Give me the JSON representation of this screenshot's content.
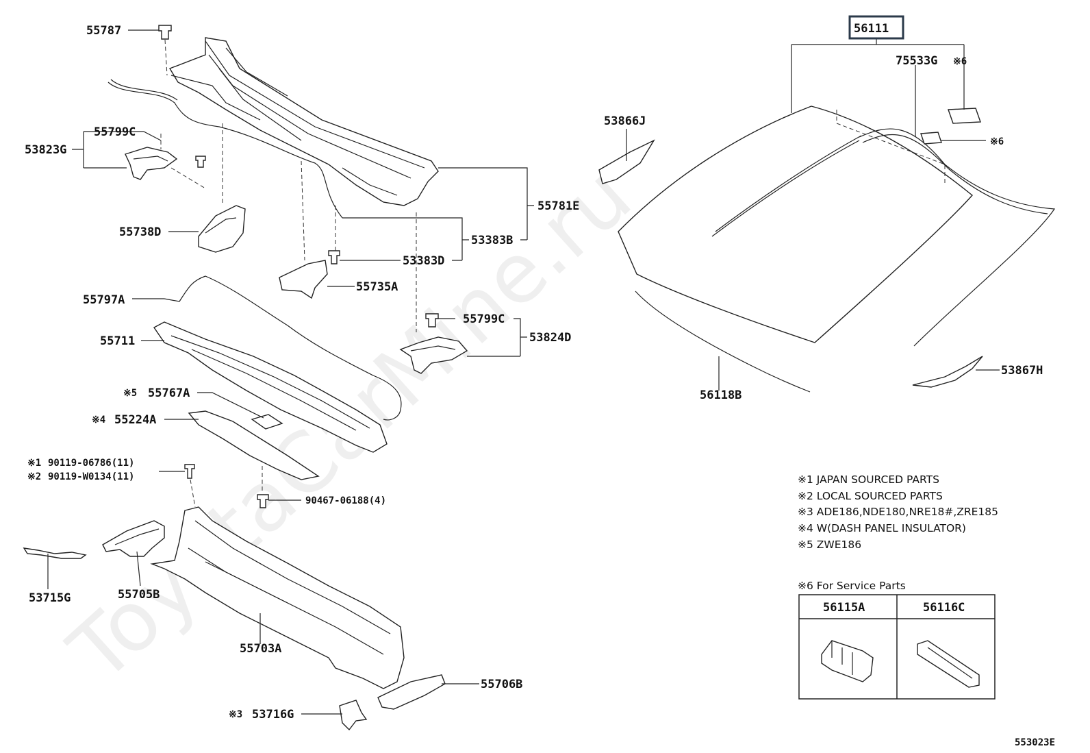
{
  "watermark": "ToyotaCarMine.ru",
  "diagram_code": "553023E",
  "main_part": "56111",
  "labels": {
    "p55787": "55787",
    "p55799c_top": "55799C",
    "p53823g": "53823G",
    "p55738d": "55738D",
    "p55781e": "55781E",
    "p53383b": "53383B",
    "p53383d": "53383D",
    "p55735a": "55735A",
    "p55797a": "55797A",
    "p55799c_bot": "55799C",
    "p53824d": "53824D",
    "p55711": "55711",
    "p55767a": "55767A",
    "p55767a_mark": "※5",
    "p55224a": "55224A",
    "p55224a_mark": "※4",
    "p90119_1": "90119-06786(11)",
    "p90119_1_mark": "※1",
    "p90119_2": "90119-W0134(11)",
    "p90119_2_mark": "※2",
    "p90467": "90467-06188(4)",
    "p53715g": "53715G",
    "p55705b": "55705B",
    "p55703a": "55703A",
    "p55706b": "55706B",
    "p53716g": "53716G",
    "p53716g_mark": "※3",
    "p75533g": "75533G",
    "p75533g_mark": "※6",
    "p_clip_mark": "※6",
    "p53866j": "53866J",
    "p56118b": "56118B",
    "p53867h": "53867H"
  },
  "notes": [
    "※1 JAPAN SOURCED PARTS",
    "※2 LOCAL SOURCED PARTS",
    "※3 ADE186,NDE180,NRE18#,ZRE185",
    "※4 W(DASH PANEL INSULATOR)",
    "※5 ZWE186"
  ],
  "service_parts": {
    "title": "※6 For Service Parts",
    "col1": "56115A",
    "col2": "56116C"
  }
}
